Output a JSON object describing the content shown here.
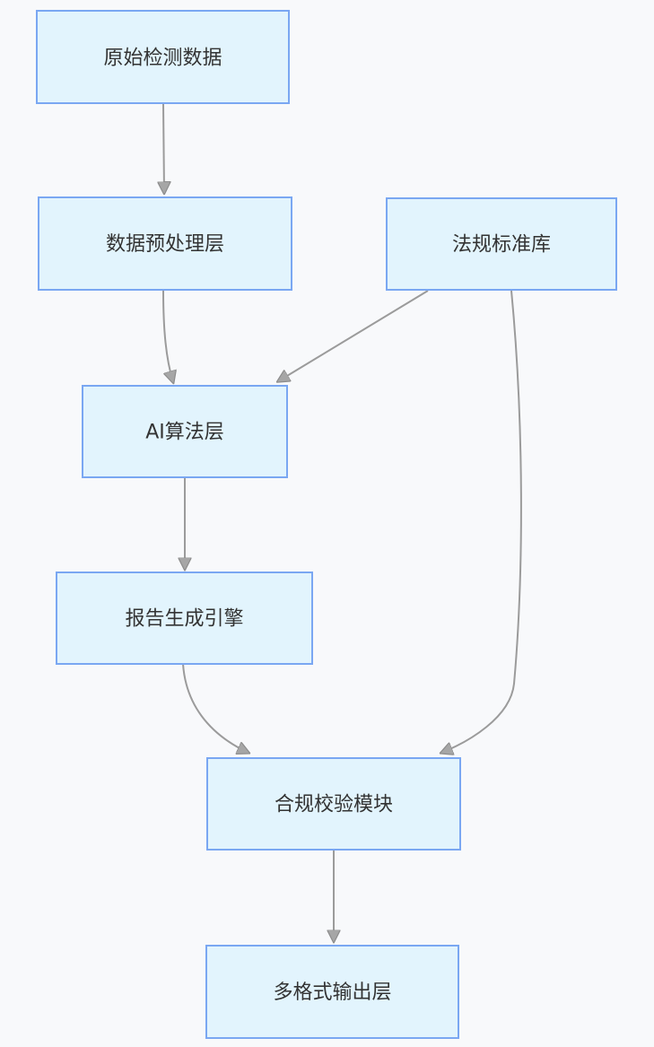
{
  "diagram": {
    "type": "flowchart",
    "nodes": [
      {
        "id": "raw-data",
        "label": "原始检测数据"
      },
      {
        "id": "preprocessing",
        "label": "数据预处理层"
      },
      {
        "id": "regulations",
        "label": "法规标准库"
      },
      {
        "id": "ai-layer",
        "label": "AI算法层"
      },
      {
        "id": "report-engine",
        "label": "报告生成引擎"
      },
      {
        "id": "compliance",
        "label": "合规校验模块"
      },
      {
        "id": "output-layer",
        "label": "多格式输出层"
      }
    ],
    "edges": [
      {
        "from": "原始检测数据",
        "to": "数据预处理层"
      },
      {
        "from": "数据预处理层",
        "to": "AI算法层"
      },
      {
        "from": "法规标准库",
        "to": "AI算法层"
      },
      {
        "from": "AI算法层",
        "to": "报告生成引擎"
      },
      {
        "from": "报告生成引擎",
        "to": "合规校验模块"
      },
      {
        "from": "法规标准库",
        "to": "合规校验模块"
      },
      {
        "from": "合规校验模块",
        "to": "多格式输出层"
      }
    ],
    "colors": {
      "background": "#F8F9FB",
      "node_fill": "#E2F4FD",
      "node_border": "#7AA7F2",
      "edge_line": "#9B9B9B",
      "arrowhead_fill": "#A6A6A6",
      "text": "#333333"
    }
  }
}
